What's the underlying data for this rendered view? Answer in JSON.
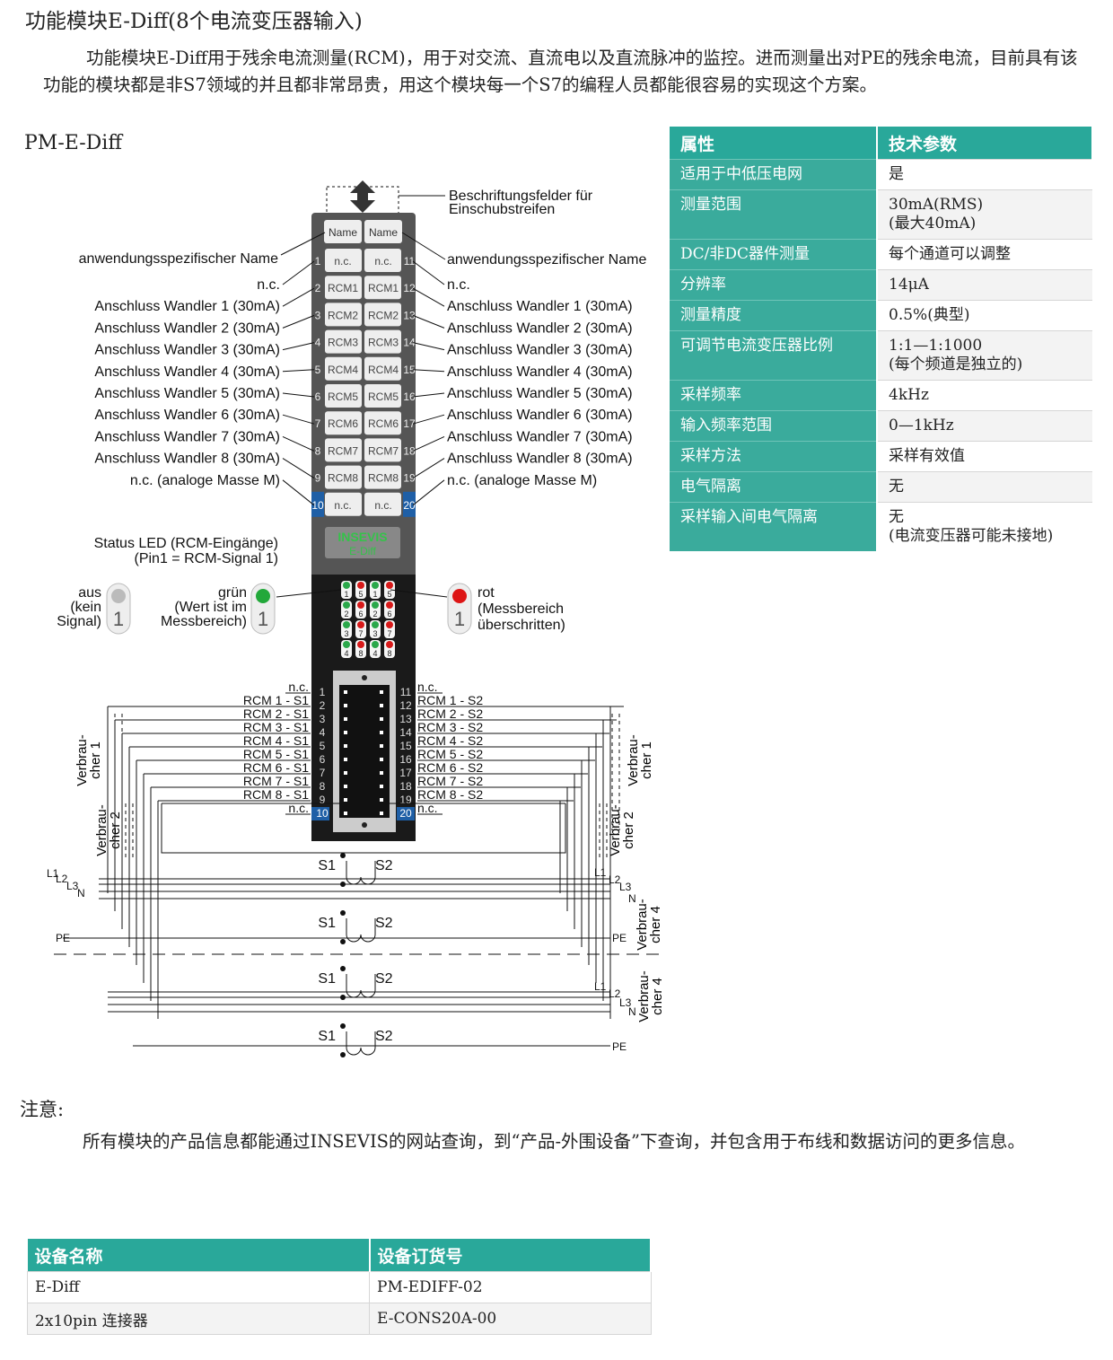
{
  "title": "功能模块E-Diff(8个电流变压器输入)",
  "intro": "功能模块E-Diff用于残余电流测量(RCM)，用于对交流、直流电以及直流脉冲的监控。进而测量出对PE的残余电流，目前具有该功能的模块都是非S7领域的并且都非常昂贵，用这个模块每一个S7的编程人员都能很容易的实现这个方案。",
  "product_label": "PM-E-Diff",
  "specs": {
    "headers": [
      "属性",
      "技术参数"
    ],
    "rows": [
      {
        "key": "适用于中低压电网",
        "val": "是",
        "val2": ""
      },
      {
        "key": "测量范围",
        "val": "30mA(RMS)",
        "val2": "(最大40mA)"
      },
      {
        "key": "DC/非DC器件测量",
        "val": "每个通道可以调整",
        "val2": ""
      },
      {
        "key": "分辨率",
        "val": "14μA",
        "val2": ""
      },
      {
        "key": "测量精度",
        "val": "0.5%(典型)",
        "val2": ""
      },
      {
        "key": "可调节电流变压器比例",
        "val": "1:1—1:1000",
        "val2": "(每个频道是独立的)"
      },
      {
        "key": "采样频率",
        "val": "4kHz",
        "val2": ""
      },
      {
        "key": "输入频率范围",
        "val": "0—1kHz",
        "val2": ""
      },
      {
        "key": "采样方法",
        "val": "采样有效值",
        "val2": ""
      },
      {
        "key": "电气隔离",
        "val": "无",
        "val2": ""
      },
      {
        "key": "采样输入间电气隔离",
        "val": "无",
        "val2": "(电流变压器可能未接地)"
      }
    ]
  },
  "diagram": {
    "label_strip": "Beschriftungsfelder für",
    "label_strip2": "Einschubstreifen",
    "name_tag": "Name",
    "app_name": "anwendungsspezifischer Name",
    "nc": "n.c.",
    "wandler": [
      "Anschluss Wandler 1 (30mA)",
      "Anschluss Wandler 2 (30mA)",
      "Anschluss Wandler 3 (30mA)",
      "Anschluss Wandler 4 (30mA)",
      "Anschluss Wandler 5 (30mA)",
      "Anschluss Wandler 6 (30mA)",
      "Anschluss Wandler 7 (30mA)",
      "Anschluss Wandler 8 (30mA)"
    ],
    "nc_masse": "n.c. (analoge Masse M)",
    "left_pins": [
      "1",
      "2",
      "3",
      "4",
      "5",
      "6",
      "7",
      "8",
      "9",
      "10"
    ],
    "right_pins": [
      "11",
      "12",
      "13",
      "14",
      "15",
      "16",
      "17",
      "18",
      "19",
      "20"
    ],
    "left_slots": [
      "n.c.",
      "RCM1",
      "RCM2",
      "RCM3",
      "RCM4",
      "RCM5",
      "RCM6",
      "RCM7",
      "RCM8",
      "n.c."
    ],
    "right_slots": [
      "n.c.",
      "RCM1",
      "RCM2",
      "RCM3",
      "RCM4",
      "RCM5",
      "RCM6",
      "RCM7",
      "RCM8",
      "n.c."
    ],
    "logo": "INSEVIS",
    "logo_sub": "E-Diff",
    "status_led": "Status LED (RCM-Eingänge)",
    "status_led2": "(Pin1 = RCM-Signal 1)",
    "aus": [
      "aus",
      "(kein",
      "Signal)"
    ],
    "gruen": [
      "grün",
      "(Wert ist im",
      "Messbereich)"
    ],
    "rot": [
      "rot",
      "(Messbereich",
      "überschritten)"
    ],
    "led_digit": "1",
    "led_grid": [
      "1",
      "5",
      "1",
      "5",
      "2",
      "6",
      "2",
      "6",
      "3",
      "7",
      "3",
      "7",
      "4",
      "8",
      "4",
      "8"
    ],
    "s1_labels": [
      "RCM 1 - S1",
      "RCM 2 - S1",
      "RCM 3 - S1",
      "RCM 4 - S1",
      "RCM 5 - S1",
      "RCM 6 - S1",
      "RCM 7 - S1",
      "RCM 8 - S1"
    ],
    "s2_labels": [
      "RCM 1 - S2",
      "RCM 2 - S2",
      "RCM 3 - S2",
      "RCM 4 - S2",
      "RCM 5 - S2",
      "RCM 6 - S2",
      "RCM 7 - S2",
      "RCM 8 - S2"
    ],
    "verbraucher1": [
      "Verbrau-",
      "cher 1"
    ],
    "verbraucher2": [
      "Verbrau-",
      "cher 2"
    ],
    "verbraucher4": [
      "Verbrau-",
      "cher 4"
    ],
    "verbraucher4b": [
      "Verbrau-",
      "cher 4"
    ],
    "S1": "S1",
    "S2": "S2",
    "L1": "L1",
    "L2": "L2",
    "L3": "L3",
    "N": "N",
    "PE": "PE"
  },
  "note_title": "注意:",
  "note": "所有模块的产品信息都能通过INSEVIS的网站查询，到“产品-外围设备”下查询，并包含用于布线和数据访问的更多信息。",
  "order": {
    "headers": [
      "设备名称",
      "设备订货号"
    ],
    "rows": [
      {
        "name": "E-Diff",
        "no": "PM-EDIFF-02"
      },
      {
        "name": "2x10pin 连接器",
        "no": "E-CONS20A-00"
      }
    ]
  }
}
